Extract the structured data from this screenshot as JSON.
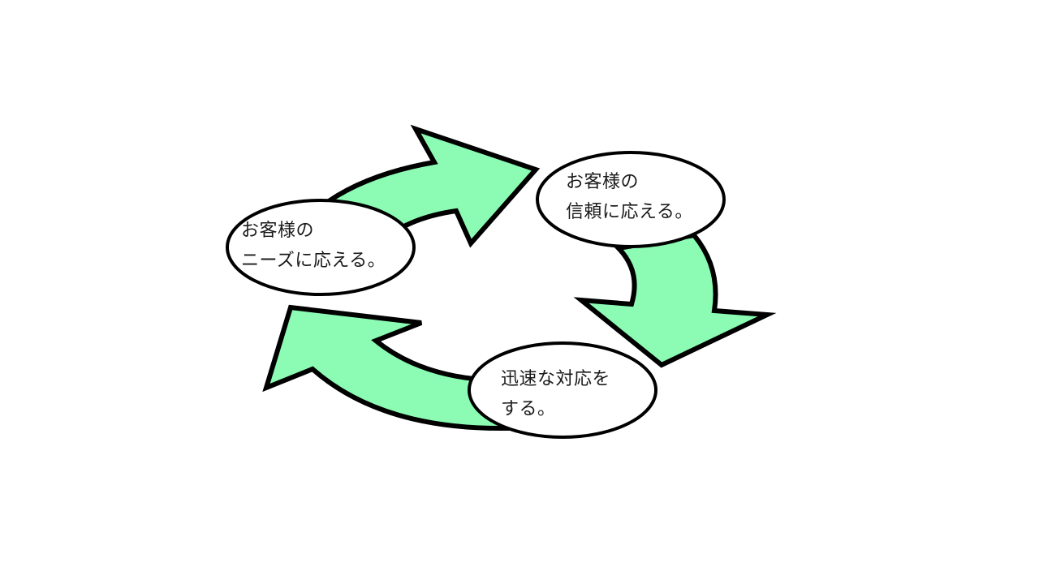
{
  "diagram": {
    "type": "cycle",
    "colors": {
      "arrow_fill": "#8cfcb4",
      "outline": "#000000",
      "bubble_fill": "#ffffff",
      "text": "#1a1a1a"
    },
    "nodes": [
      {
        "id": "needs",
        "lines": [
          "お客様の",
          "ニーズに応える。"
        ]
      },
      {
        "id": "trust",
        "lines": [
          "お客様の",
          "信頼に応える。"
        ]
      },
      {
        "id": "response",
        "lines": [
          "迅速な対応を",
          "する。"
        ]
      }
    ],
    "edges": [
      {
        "from": "needs",
        "to": "trust"
      },
      {
        "from": "trust",
        "to": "response"
      },
      {
        "from": "response",
        "to": "needs"
      }
    ]
  }
}
